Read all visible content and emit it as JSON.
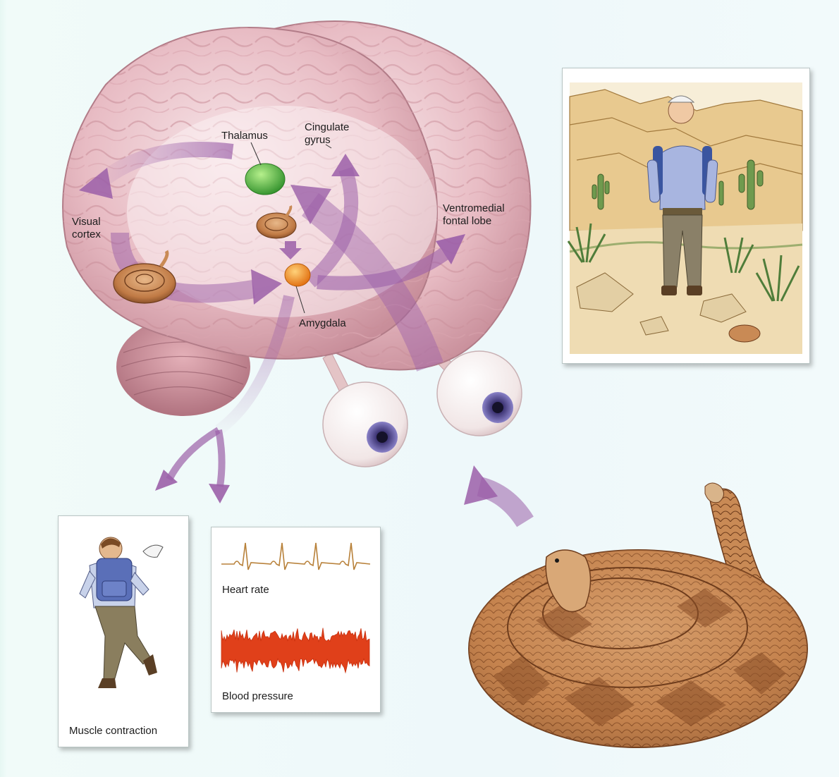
{
  "labels": {
    "thalamus": "Thalamus",
    "cingulate_gyrus": "Cingulate\ngyrus",
    "visual_cortex": "Visual\ncortex",
    "ventromedial_frontal_lobe": "Ventromedial\nfontal lobe",
    "amygdala": "Amygdala",
    "heart_rate": "Heart rate",
    "blood_pressure": "Blood pressure",
    "muscle_contraction": "Muscle contraction"
  },
  "colors": {
    "brain": "#e6b7bf",
    "brain_shadow": "#b97c88",
    "arrow": "#9b5fa8",
    "thalamus": "#4fae3a",
    "amygdala": "#f08a1c",
    "snake": "#c98a55",
    "heart_trace": "#b8813a",
    "pressure_trace": "#e0401a"
  }
}
